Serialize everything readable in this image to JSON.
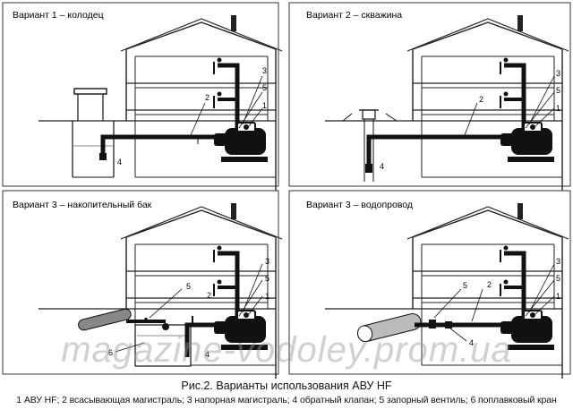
{
  "panels": [
    {
      "title": "Вариант 1 – колодец"
    },
    {
      "title": "Вариант 2 – скважина"
    },
    {
      "title": "Вариант 3 – накопительный бак"
    },
    {
      "title": "Вариант 3 – водопровод"
    }
  ],
  "callouts": {
    "n1": "1",
    "n2": "2",
    "n3": "3",
    "n4": "4",
    "n5": "5",
    "n6": "6"
  },
  "watermark": "magazine-vodoley.prom.ua",
  "caption": {
    "title": "Рис.2. Варианты использования АВУ HF",
    "legend": "1  АВУ HF; 2  всасывающая магистраль; 3  напорная магистраль; 4  обратный клапан; 5  запорный вентиль; 6  поплавковый кран"
  }
}
